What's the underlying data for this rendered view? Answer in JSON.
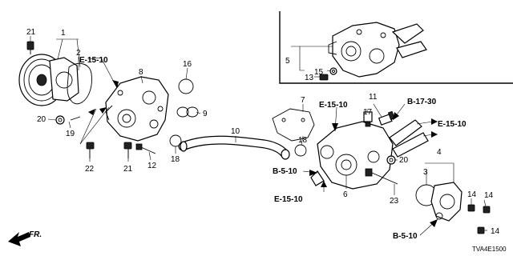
{
  "callouts": {
    "n1": "1",
    "n2": "2",
    "n3": "3",
    "n4": "4",
    "n5": "5",
    "n6": "6",
    "n7": "7",
    "n8": "8",
    "n9": "9",
    "n10": "10",
    "n11": "11",
    "n12": "12",
    "n13": "13",
    "n14a": "14",
    "n14b": "14",
    "n14c": "14",
    "n15": "15",
    "n16": "16",
    "n17": "17",
    "n18a": "18",
    "n18b": "18",
    "n19": "19",
    "n20a": "20",
    "n20b": "20",
    "n21a": "21",
    "n21b": "21",
    "n22": "22",
    "n23": "23"
  },
  "references": {
    "e1510_left": "E-15-10",
    "e1510_mid": "E-15-10",
    "e1510_right": "E-15-10",
    "e1510_bottom": "E-15-10",
    "b1730": "B-17-30",
    "b510_left": "B-5-10",
    "b510_right": "B-5-10"
  },
  "direction_label": "FR.",
  "diagram_code": "TVA4E1500"
}
